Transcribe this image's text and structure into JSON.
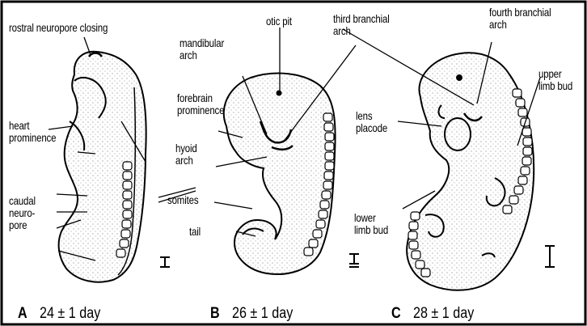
{
  "labels": {
    "rostral_neuropore_closing": "rostral neuropore closing",
    "otic_pit": "otic pit",
    "third_branchial_arch": "third branchial\narch",
    "fourth_branchial_arch": "fourth branchial\narch",
    "mandibular_arch": "mandibular\narch",
    "forebrain_prominence": "forebrain\nprominence",
    "heart_prominence": "heart\nprominence",
    "hyoid_arch": "hyoid\narch",
    "somites": "somites",
    "caudal_neuropore": "caudal\nneuro-\npore",
    "tail": "tail",
    "lens_placode": "lens\nplacode",
    "upper_limb_bud": "upper\nlimb bud",
    "lower_limb_bud": "lower\nlimb bud"
  },
  "panels": [
    {
      "letter": "A",
      "age": "24 ± 1 day"
    },
    {
      "letter": "B",
      "age": "26 ± 1 day"
    },
    {
      "letter": "C",
      "age": "28 ± 1 day"
    }
  ]
}
